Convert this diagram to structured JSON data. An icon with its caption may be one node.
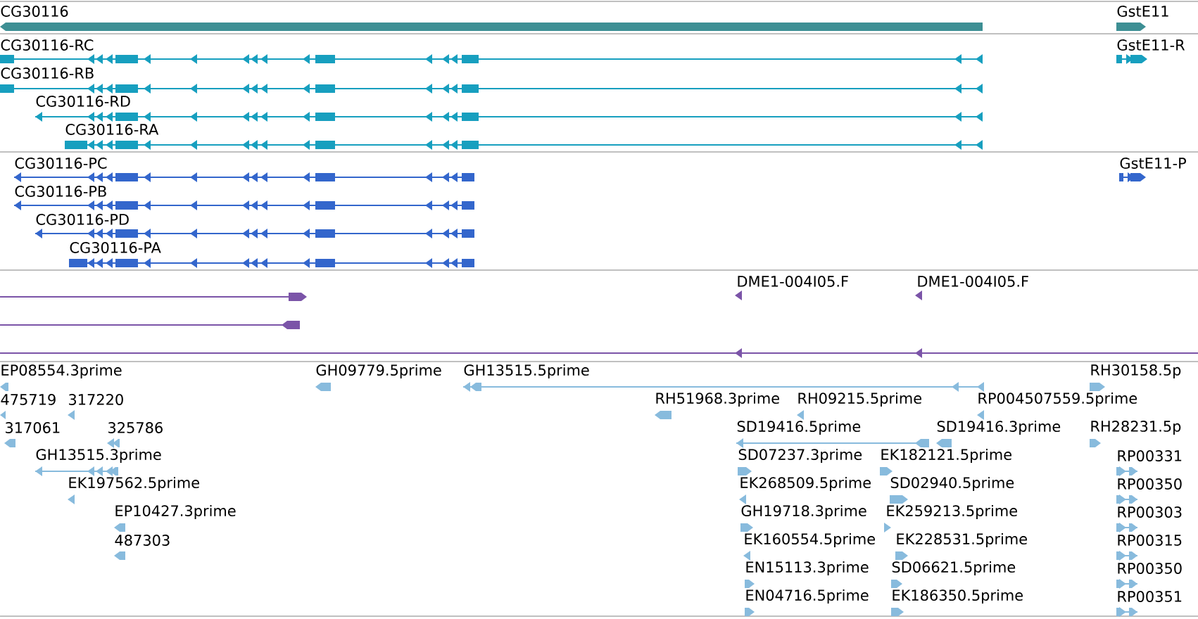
{
  "diagram": {
    "labels": [
      "CG30116",
      "GstE11",
      "CG30116-RC",
      "GstE11-R",
      "CG30116-RB",
      "CG30116-RD",
      "CG30116-RA",
      "CG30116-PC",
      "GstE11-P",
      "CG30116-PB",
      "CG30116-PD",
      "CG30116-PA",
      "DME1-004I05.F",
      "DME1-004I05.F",
      "EP08554.3prime",
      "GH09779.5prime",
      "GH13515.5prime",
      "RH30158.5p",
      "475719",
      "317220",
      "RH51968.3prime",
      "RH09215.5prime",
      "RP004507559.5prime",
      "317061",
      "325786",
      "SD19416.5prime",
      "SD19416.3prime",
      "RH28231.5p",
      "GH13515.3prime",
      "SD07237.3prime",
      "EK182121.5prime",
      "RP00331",
      "EK197562.5prime",
      "EK268509.5prime",
      "SD02940.5prime",
      "RP00350",
      "EP10427.3prime",
      "GH19718.3prime",
      "EK259213.5prime",
      "RP00303",
      "487303",
      "EK160554.5prime",
      "EK228531.5prime",
      "RP00315",
      "EN15113.3prime",
      "SD06621.5prime",
      "RP00350",
      "EN04716.5prime",
      "EK186350.5prime",
      "RP00351"
    ]
  }
}
